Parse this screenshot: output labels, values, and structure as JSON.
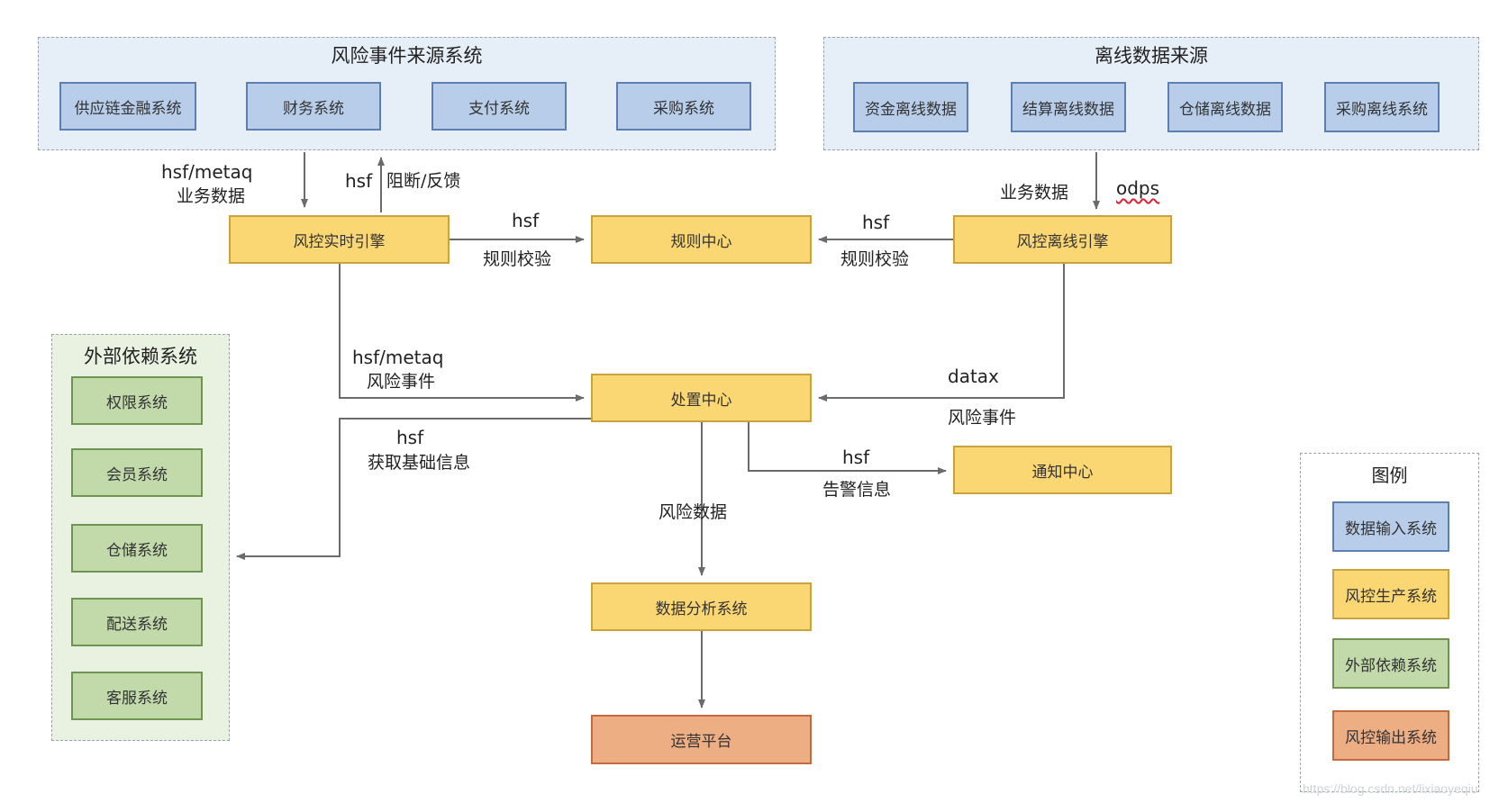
{
  "groups": {
    "event_sources": {
      "title": "风险事件来源系统",
      "items": [
        "供应链金融系统",
        "财务系统",
        "支付系统",
        "采购系统"
      ]
    },
    "offline_sources": {
      "title": "离线数据来源",
      "items": [
        "资金离线数据",
        "结算离线数据",
        "仓储离线数据",
        "采购离线系统"
      ]
    },
    "external": {
      "title": "外部依赖系统",
      "items": [
        "权限系统",
        "会员系统",
        "仓储系统",
        "配送系统",
        "客服系统"
      ]
    },
    "legend": {
      "title": "图例",
      "items": [
        "数据输入系统",
        "风控生产系统",
        "外部依赖系统",
        "风控输出系统"
      ]
    }
  },
  "nodes": {
    "realtime_engine": "风控实时引擎",
    "rule_center": "规则中心",
    "offline_engine": "风控离线引擎",
    "disposal_center": "处置中心",
    "notify_center": "通知中心",
    "analysis_system": "数据分析系统",
    "ops_platform": "运营平台"
  },
  "edge_labels": {
    "src_to_rt_protocol": "hsf/metaq",
    "src_to_rt_data": "业务数据",
    "rt_to_src_protocol": "hsf",
    "rt_to_src_action": "阻断/反馈",
    "offline_to_engine_data": "业务数据",
    "offline_to_engine_protocol": "odps",
    "rt_to_rule_protocol": "hsf",
    "rt_to_rule_action": "规则校验",
    "offline_to_rule_protocol": "hsf",
    "offline_to_rule_action": "规则校验",
    "rt_to_disposal_protocol": "hsf/metaq",
    "rt_to_disposal_data": "风险事件",
    "offline_to_disposal_protocol": "datax",
    "offline_to_disposal_data": "风险事件",
    "disposal_to_external_protocol": "hsf",
    "disposal_to_external_action": "获取基础信息",
    "disposal_to_notify_protocol": "hsf",
    "disposal_to_notify_data": "告警信息",
    "disposal_to_analysis_data": "风险数据"
  },
  "colors": {
    "input_system": "#b8cde9",
    "production_system": "#fad772",
    "external_system": "#c2daaa",
    "output_system": "#eeae84",
    "arrow": "#6b6b6b"
  },
  "watermark": "https://blog.csdn.net/lixiaoyeqiu"
}
